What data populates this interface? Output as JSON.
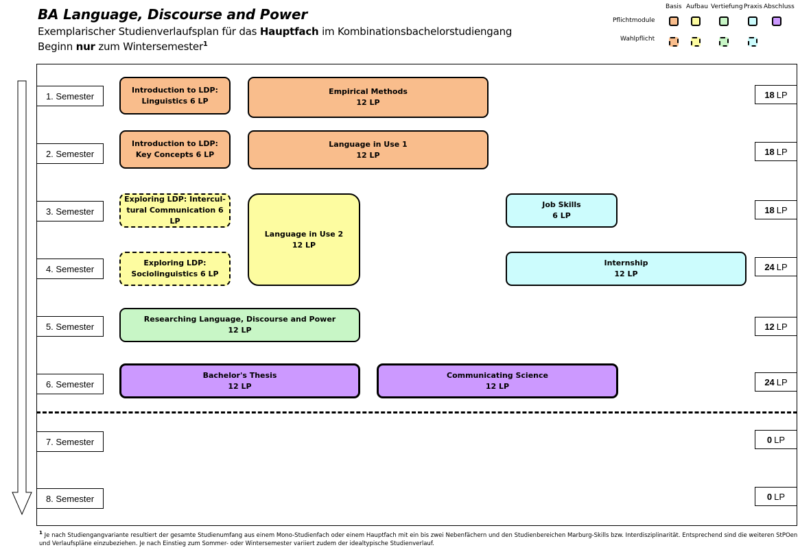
{
  "header": {
    "title": "BA Language, Discourse and Power",
    "subtitle1_pre": "Exemplarischer Studienverlaufsplan für das ",
    "subtitle1_bold": "Hauptfach",
    "subtitle1_post": " im Kombinationsbachelorstudiengang",
    "subtitle2_pre": "Beginn ",
    "subtitle2_bold": "nur",
    "subtitle2_post": " zum Wintersemester",
    "subtitle2_sup": "1"
  },
  "legend": {
    "columns": [
      "Basis",
      "Aufbau",
      "Vertiefung",
      "Praxis",
      "Abschluss"
    ],
    "row_mandatory": "Pflichtmodule",
    "row_elective": "Wahlpflicht",
    "colors": {
      "basis": "#f9bd8c",
      "aufbau": "#fdfca0",
      "vertiefung": "#c8f6c6",
      "praxis": "#ccfcfd",
      "abschluss": "#cc99ff"
    }
  },
  "semesters": [
    {
      "label": "1. Semester",
      "lp_value": "18",
      "lp_unit": "LP"
    },
    {
      "label": "2. Semester",
      "lp_value": "18",
      "lp_unit": "LP"
    },
    {
      "label": "3. Semester",
      "lp_value": "18",
      "lp_unit": "LP"
    },
    {
      "label": "4. Semester",
      "lp_value": "24",
      "lp_unit": "LP"
    },
    {
      "label": "5. Semester",
      "lp_value": "12",
      "lp_unit": "LP"
    },
    {
      "label": "6. Semester",
      "lp_value": "24",
      "lp_unit": "LP"
    },
    {
      "label": "7. Semester",
      "lp_value": "0",
      "lp_unit": "LP"
    },
    {
      "label": "8. Semester",
      "lp_value": "0",
      "lp_unit": "LP"
    }
  ],
  "modules": {
    "intro_linguistics": {
      "line1": "Introduction to LDP:",
      "line2": "Linguistics 6 LP",
      "category": "basis"
    },
    "empirical_methods": {
      "line1": "Empirical Methods",
      "line2": "12 LP",
      "category": "basis"
    },
    "intro_key_concepts": {
      "line1": "Introduction to LDP:",
      "line2": "Key Concepts 6 LP",
      "category": "basis"
    },
    "language_in_use_1": {
      "line1": "Language in Use 1",
      "line2": "12 LP",
      "category": "basis"
    },
    "exploring_intercultural": {
      "line1": "Exploring LDP: Intercul-",
      "line2": "tural Communication 6 LP",
      "category": "aufbau",
      "elective": true
    },
    "language_in_use_2": {
      "line1": "Language in Use 2",
      "line2": "12 LP",
      "category": "aufbau"
    },
    "job_skills": {
      "line1": "Job Skills",
      "line2": "6 LP",
      "category": "praxis"
    },
    "exploring_socio": {
      "line1": "Exploring LDP:",
      "line2": "Sociolinguistics 6 LP",
      "category": "aufbau",
      "elective": true
    },
    "internship": {
      "line1": "Internship",
      "line2": "12 LP",
      "category": "praxis"
    },
    "researching": {
      "line1": "Researching Language, Discourse and Power",
      "line2": "12 LP",
      "category": "vertiefung"
    },
    "thesis": {
      "line1": "Bachelor's Thesis",
      "line2": "12 LP",
      "category": "abschluss"
    },
    "communicating": {
      "line1": "Communicating Science",
      "line2": "12 LP",
      "category": "abschluss"
    }
  },
  "footnote": {
    "mark": "1",
    "text": " Je nach Studiengangvariante resultiert der gesamte Studienumfang aus einem Mono-Studienfach oder einem Hauptfach mit ein bis zwei Nebenfächern und den Studienbereichen Marburg-Skills bzw. Interdisziplinarität. Entsprechend sind die weiteren StPOen und Verlaufspläne einzubeziehen. Je nach Einstieg zum Sommer- oder Wintersemester variiert zudem der idealtypische Studienverlauf."
  }
}
